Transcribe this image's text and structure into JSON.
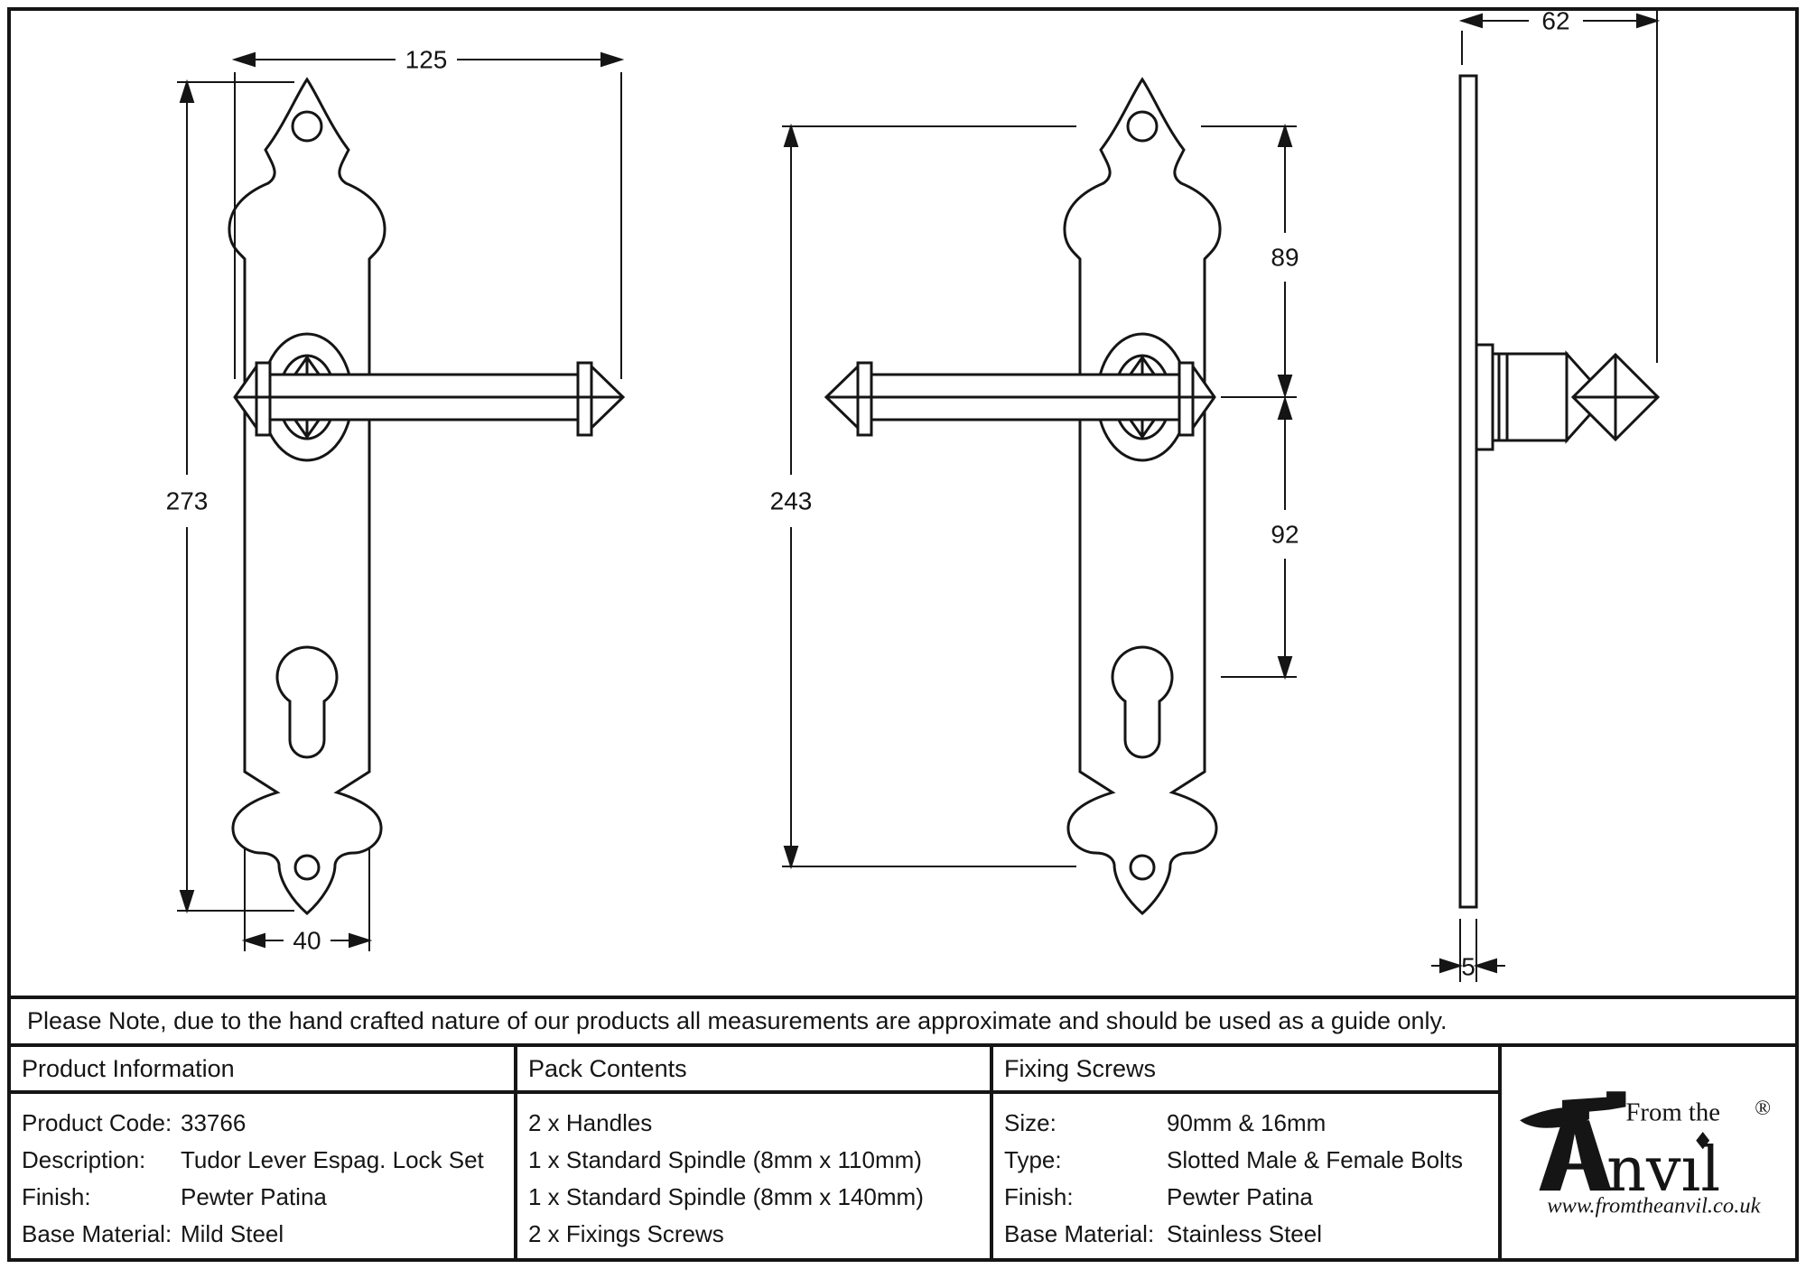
{
  "drawing": {
    "front_view": {
      "overall_width_mm": "125",
      "overall_height_mm": "273",
      "plate_width_mm": "40"
    },
    "centres_view": {
      "fixing_centres_mm": "243",
      "top_fixing_to_lever_mm": "89",
      "lever_to_keyhole_mm": "92"
    },
    "side_view": {
      "projection_mm": "62",
      "plate_thickness_mm": "5"
    }
  },
  "note": "Please Note, due to the hand crafted nature of our products all measurements are approximate and should be used as a guide only.",
  "table": {
    "product_information": {
      "header": "Product Information",
      "rows": [
        {
          "label": "Product Code:",
          "value": "33766"
        },
        {
          "label": "Description:",
          "value": "Tudor Lever Espag. Lock Set"
        },
        {
          "label": "Finish:",
          "value": "Pewter Patina"
        },
        {
          "label": "Base Material:",
          "value": "Mild Steel"
        }
      ]
    },
    "pack_contents": {
      "header": "Pack Contents",
      "items": [
        "2 x Handles",
        "1 x Standard Spindle (8mm x 110mm)",
        "1 x Standard Spindle (8mm x 140mm)",
        "2 x Fixings Screws"
      ]
    },
    "fixing_screws": {
      "header": "Fixing Screws",
      "rows": [
        {
          "label": "Size:",
          "value": "90mm & 16mm"
        },
        {
          "label": "Type:",
          "value": "Slotted Male & Female Bolts"
        },
        {
          "label": "Finish:",
          "value": "Pewter Patina"
        },
        {
          "label": "Base Material:",
          "value": "Stainless Steel"
        }
      ]
    }
  },
  "logo": {
    "tagline": "From the",
    "brand": "Anvil",
    "brand_suffix": "nvıl",
    "registered": "®",
    "url": "www.fromtheanvil.co.uk"
  },
  "colors": {
    "line": "#151515",
    "background": "#ffffff"
  }
}
